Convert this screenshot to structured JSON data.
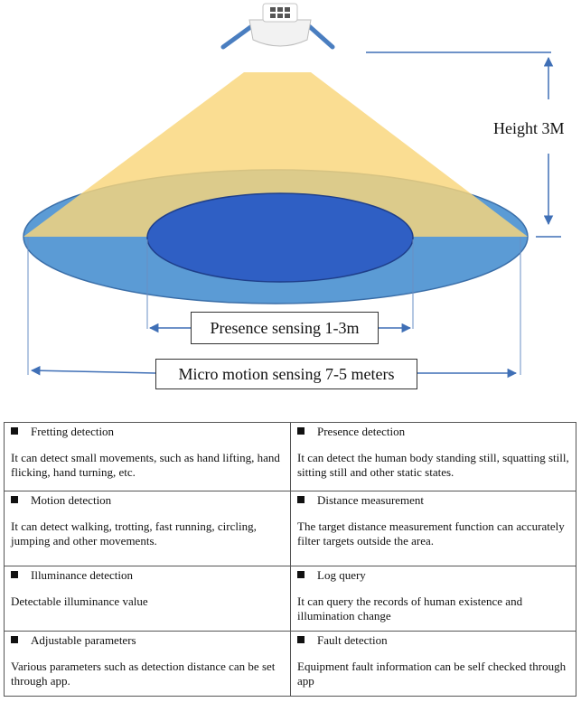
{
  "diagram": {
    "height_label": "Height 3M",
    "presence_label": "Presence sensing 1-3m",
    "micro_label": "Micro motion sensing 7-5 meters",
    "colors": {
      "cone": "#f9d67a",
      "outer_ellipse": "#5b9bd5",
      "inner_ellipse": "#2f5fc4",
      "arrow": "#3f6fb6"
    },
    "icons": {
      "sensor": "ceiling-sensor-icon"
    }
  },
  "features": [
    {
      "title": "Fretting detection",
      "desc": "It can detect small movements, such as hand lifting, hand flicking, hand turning, etc."
    },
    {
      "title": "Presence detection",
      "desc": "It can detect the human body standing still, squatting still, sitting still and other static states."
    },
    {
      "title": "Motion detection",
      "desc": "It can detect walking, trotting, fast running, circling, jumping and other movements."
    },
    {
      "title": "Distance measurement",
      "desc": "The target distance measurement function can accurately filter targets outside the area."
    },
    {
      "title": "Illuminance detection",
      "desc": "Detectable illuminance value"
    },
    {
      "title": "Log query",
      "desc": "It can query the records of human existence and illumination change"
    },
    {
      "title": "Adjustable parameters",
      "desc": "Various parameters such as detection distance can be set through app."
    },
    {
      "title": "Fault detection",
      "desc": "Equipment fault information can be self checked through app"
    }
  ]
}
